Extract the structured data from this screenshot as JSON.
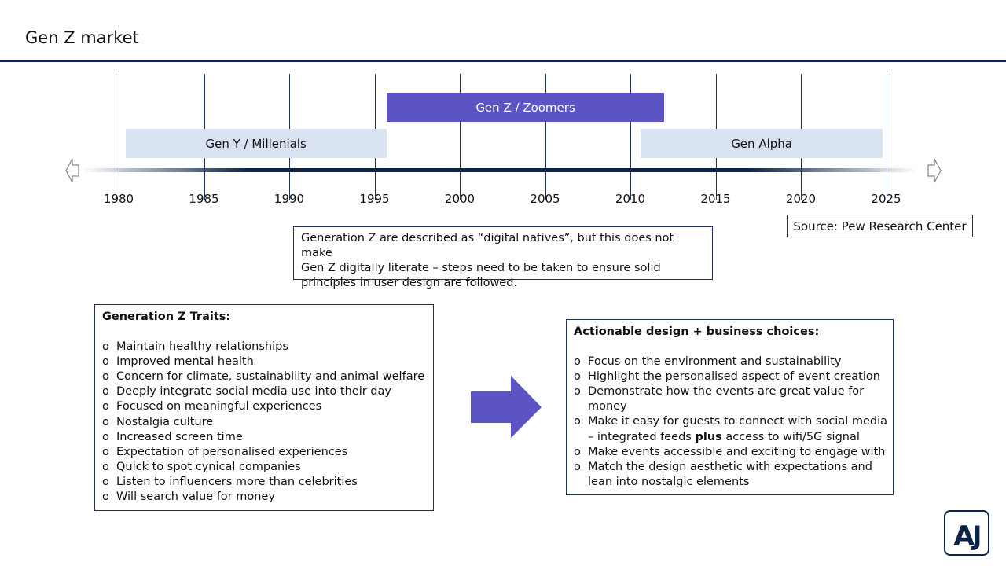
{
  "header": {
    "title": "Gen Z market"
  },
  "timeline": {
    "ticks": [
      "1980",
      "1985",
      "1990",
      "1995",
      "2000",
      "2005",
      "2010",
      "2015",
      "2020",
      "2025"
    ],
    "generations": [
      {
        "label": "Gen Y / Millenials",
        "start": 1980.4,
        "end": 1995.7,
        "style": "light"
      },
      {
        "label": "Gen Z / Zoomers",
        "start": 1995.7,
        "end": 2012.0,
        "style": "purple"
      },
      {
        "label": "Gen Alpha",
        "start": 2010.6,
        "end": 2024.8,
        "style": "light"
      }
    ],
    "colors": {
      "light": "#d9e2f1",
      "purple": "#5b54c2",
      "navy": "#0d2347"
    },
    "left_arrow_icon": "arrow-left-outline-icon",
    "right_arrow_icon": "arrow-right-outline-icon"
  },
  "source": {
    "text": "Source: Pew Research Center"
  },
  "note": {
    "lines": [
      "Generation Z are described as “digital natives”, but this does not make",
      "Gen Z digitally literate – steps need to be taken to ensure solid",
      "principles in user design are followed."
    ]
  },
  "traits": {
    "title": "Generation Z Traits:",
    "bullet": "o",
    "items": [
      "Maintain healthy relationships",
      "Improved mental health",
      "Concern for climate, sustainability and animal welfare",
      "Deeply integrate social media use into their day",
      "Focused on meaningful experiences",
      "Nostalgia culture",
      "Increased screen time",
      "Expectation of personalised experiences",
      "Quick to spot cynical companies",
      "Listen to influencers more than celebrities",
      "Will search value for money"
    ]
  },
  "choices": {
    "title": "Actionable design + business choices:",
    "bullet": "o",
    "items": [
      {
        "lines": [
          "Focus on the environment and sustainability"
        ]
      },
      {
        "lines": [
          "Highlight the personalised aspect of event creation"
        ]
      },
      {
        "lines": [
          "Demonstrate how the events are great value for",
          "money"
        ]
      },
      {
        "lines": [
          "Make it easy for guests to connect with social media",
          "– integrated feeds "
        ],
        "bold": "plus",
        "after": " access to wifi/5G signal"
      },
      {
        "lines": [
          "Make events accessible and exciting to engage with"
        ]
      },
      {
        "lines": [
          "Match the design aesthetic with expectations and",
          "lean into nostalgic elements"
        ]
      }
    ]
  },
  "arrow": {
    "icon": "right-arrow-icon",
    "color": "#5b54c2"
  },
  "logo": {
    "text": "AJ",
    "icon": "aj-logo-icon",
    "color": "#0d2347"
  }
}
